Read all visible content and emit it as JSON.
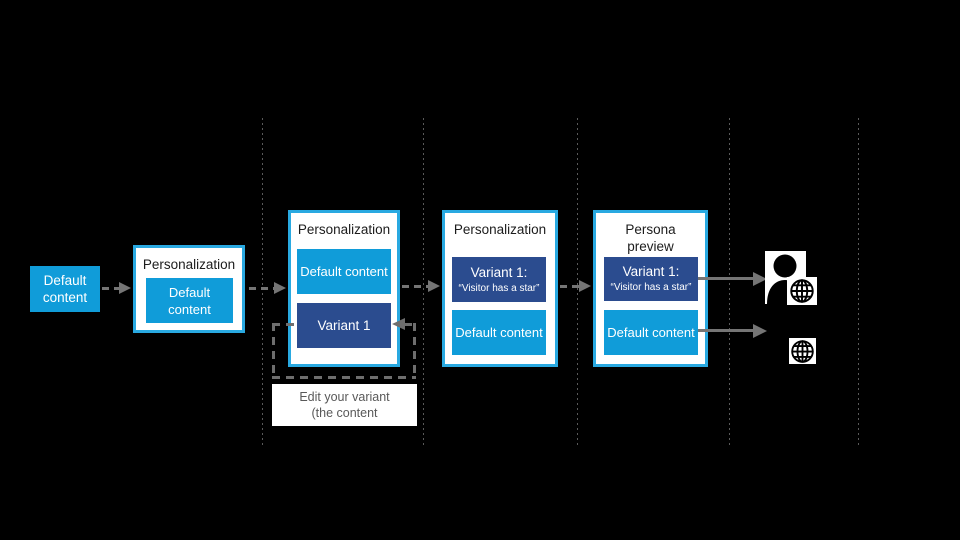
{
  "diagram": {
    "title_semantic": "personalization-content-flow",
    "columns": {
      "divider_count": 5,
      "divider_xs": [
        262,
        423,
        577,
        729,
        858
      ]
    },
    "palette": {
      "background": "#000000",
      "cyan_fill": "#109cd9",
      "cyan_border": "#29a9e1",
      "navy_fill": "#2b4c8f",
      "arrow_gray": "#757575",
      "loop_gray": "#6e6e6e",
      "divider_gray": "#5a5a5a",
      "title_text": "#1c1c1c",
      "note_text": "#595959",
      "node_text": "#ffffff"
    },
    "boxes": {
      "standalone": {
        "label": "Default content"
      },
      "p1": {
        "title": "Personalization",
        "default_label": "Default content"
      },
      "p2": {
        "title": "Personalization",
        "default_label": "Default content",
        "variant_label": "Variant 1"
      },
      "p3": {
        "title": "Personalization",
        "variant_label": "Variant 1:",
        "variant_sub": "“Visitor has a star”",
        "default_label": "Default content"
      },
      "p4": {
        "title": "Persona preview",
        "variant_label": "Variant 1:",
        "variant_sub": "“Visitor has a star”",
        "default_label": "Default content"
      }
    },
    "note": {
      "line1": "Edit your variant",
      "line2": "(the content"
    },
    "icons": {
      "persona_visitor": "user-icon",
      "website_top": "globe-icon",
      "website_bottom": "globe-icon"
    }
  }
}
